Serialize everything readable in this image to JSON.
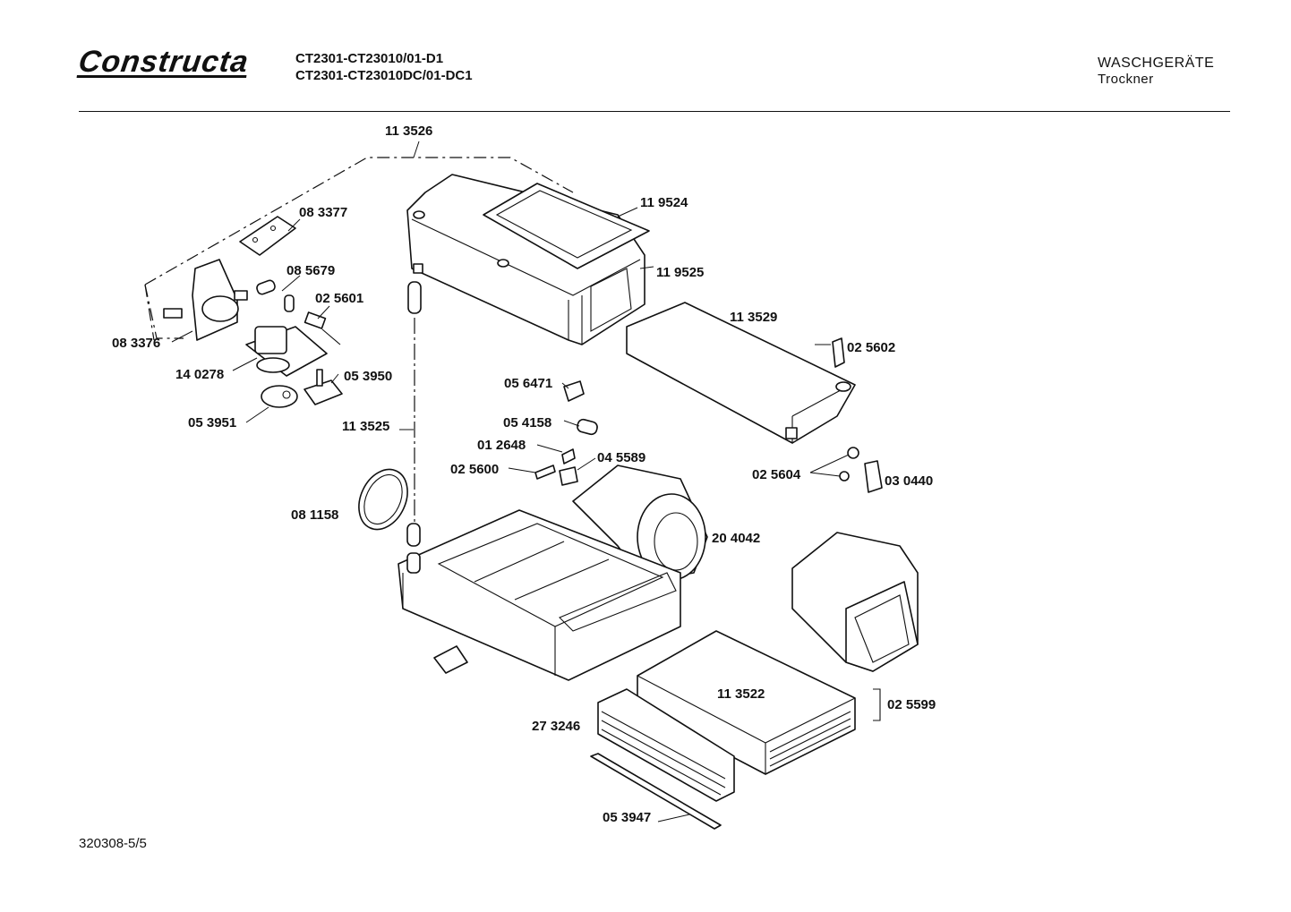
{
  "header": {
    "brand": "Constructa",
    "model_line1": "CT2301-CT23010/01-D1",
    "model_line2": "CT2301-CT23010DC/01-DC1",
    "category": "WASCHGERÄTE",
    "subcategory": "Trockner"
  },
  "footer": {
    "doc_number": "320308-5/5"
  },
  "parts": {
    "p113526": "11 3526",
    "p119524": "11 9524",
    "p119525": "11 9525",
    "p083377": "08 3377",
    "p085679": "08 5679",
    "p025601": "02 5601",
    "p083376": "08 3376",
    "p140278": "14 0278",
    "p053950": "05 3950",
    "p053951": "05 3951",
    "p113529": "11 3529",
    "p025602": "02 5602",
    "p056471": "05 6471",
    "p113525": "11 3525",
    "p054158": "05 4158",
    "p012648": "01 2648",
    "p045589": "04 5589",
    "p025600": "02 5600",
    "p025604": "02 5604",
    "p030440": "03 0440",
    "p081158": "08 1158",
    "p204042": "20 4042",
    "p113522": "11 3522",
    "p025599": "02 5599",
    "p273246": "27 3246",
    "p053947": "05 3947"
  }
}
